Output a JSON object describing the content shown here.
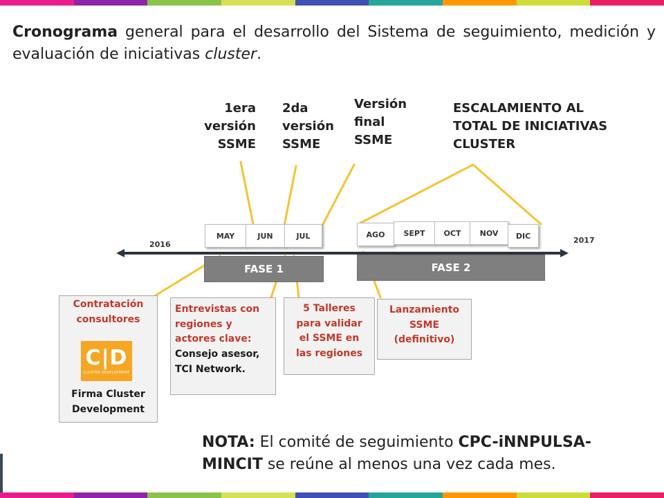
{
  "title": {
    "bold": "Cronograma",
    "text": " general para el desarrollo del Sistema de seguimiento, medición y evaluación de iniciativas ",
    "italic": "cluster",
    "end": "."
  },
  "milestones": {
    "first": [
      "1era",
      "versión",
      "SSME"
    ],
    "second": [
      "2da",
      "versión",
      "SSME"
    ],
    "final": [
      "Versión",
      "final",
      "SSME"
    ],
    "scale": [
      "ESCALAMIENTO AL",
      "TOTAL DE INICIATIVAS",
      "CLUSTER"
    ]
  },
  "timeline": {
    "year_start": "2016",
    "year_end": "2017",
    "months": [
      "MAY",
      "JUN",
      "JUL",
      "AGO",
      "SEPT",
      "OCT",
      "NOV",
      "DIC"
    ],
    "phases": [
      "FASE 1",
      "FASE 2"
    ]
  },
  "boxes": {
    "contratacion": {
      "title": [
        "Contratación",
        "consultores"
      ],
      "logo": "C|D",
      "logo_sub": "CLUSTER DEVELOPMENT",
      "firm": [
        "Firma Cluster",
        "Development"
      ]
    },
    "entrevistas": {
      "red": [
        "Entrevistas con",
        "regiones y",
        "actores clave:"
      ],
      "dark": [
        "Consejo asesor,",
        "TCI Network."
      ]
    },
    "talleres": [
      "5 Talleres",
      "para validar",
      "el SSME en",
      "las regiones"
    ],
    "lanzamiento": [
      "Lanzamiento",
      "SSME",
      "(definitivo)"
    ]
  },
  "nota": {
    "label": "NOTA:",
    "text1": " El comité de seguimiento ",
    "bold": "CPC-iNNPULSA-MINCIT",
    "text2": " se reúne al menos una vez cada mes."
  },
  "colors": {
    "stripes": [
      "#e91e8c",
      "#8e24aa",
      "#8bc34a",
      "#d4e157",
      "#3f51b5",
      "#26a69a",
      "#ff9800",
      "#cddc39",
      "#e91e63"
    ],
    "connector": "#f4c430",
    "red_text": "#c0392b",
    "phase_fill": "#7f7f7f",
    "logo": "#f5a623"
  }
}
